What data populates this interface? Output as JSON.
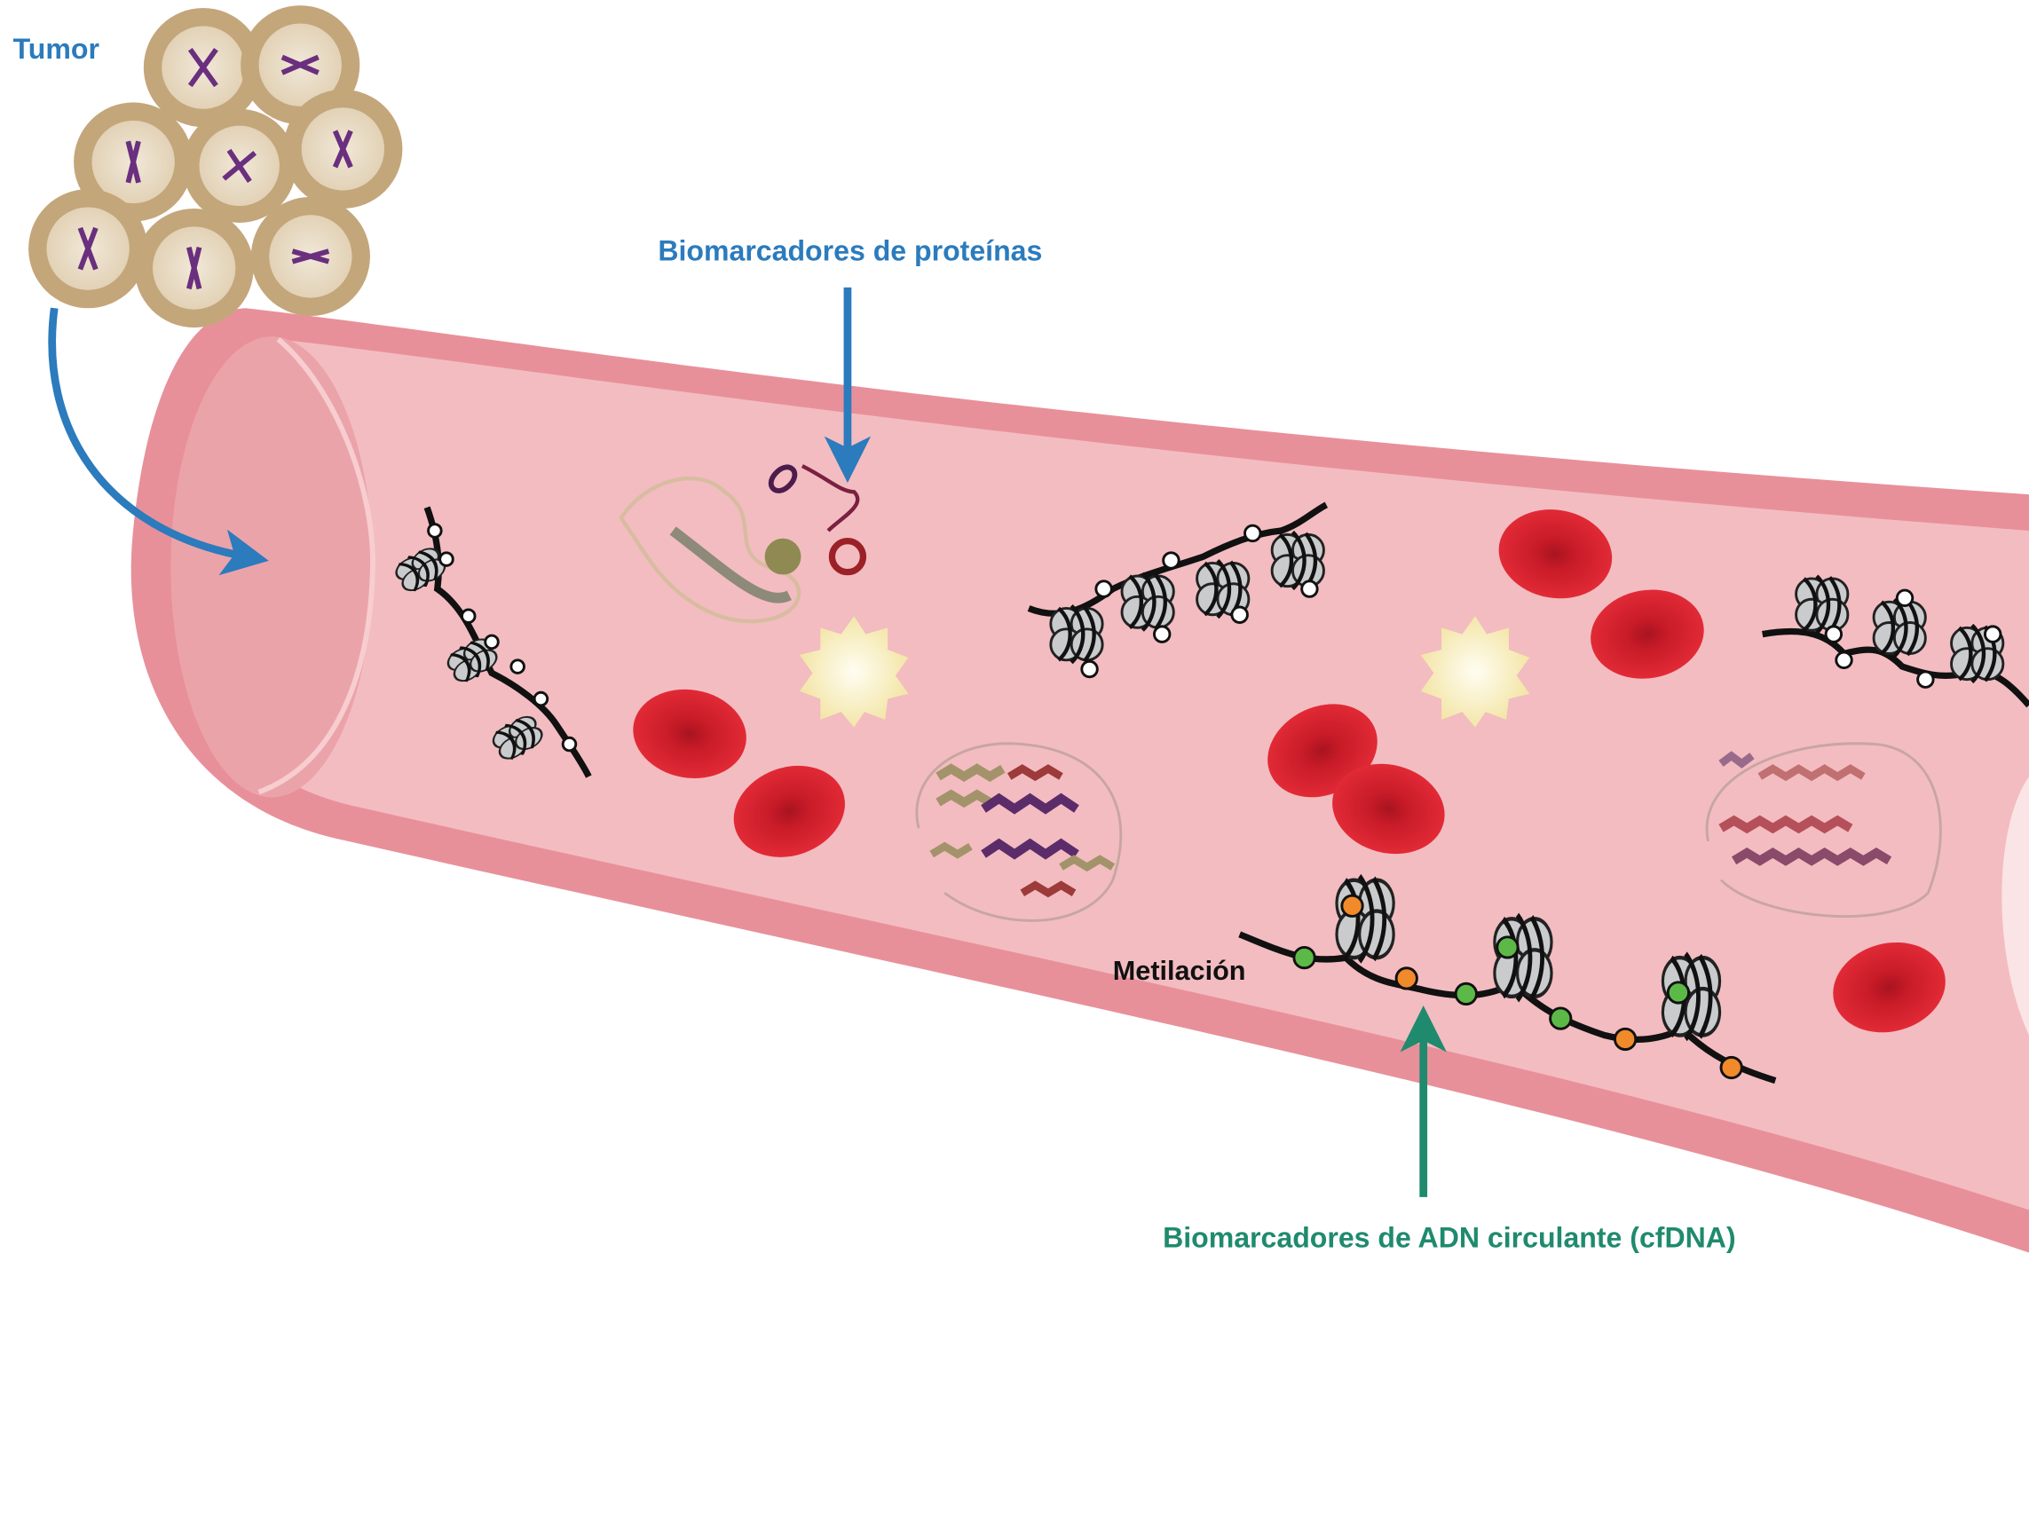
{
  "labels": {
    "tumor": "Tumor",
    "protein_biomarkers": "Biomarcadores de proteínas",
    "methylation": "Metilación",
    "cfdna_biomarkers": "Biomarcadores de ADN circulante (cfDNA)"
  },
  "colors": {
    "blue_label": "#2b7bbd",
    "green_label": "#1f8a6e",
    "vessel_wall": "#e8909a",
    "vessel_lumen": "#f3bcc1",
    "red_blood_cell": "#d8222f",
    "tumor_cell": "#c4a67b",
    "methylated_dot_green": "#5cb947",
    "methylated_dot_orange": "#f08a2a"
  },
  "icons": [
    "tumor-cell-cluster",
    "blood-vessel",
    "red-blood-cell",
    "nucleosome-chain",
    "protein-structure",
    "exosome",
    "arrow"
  ]
}
